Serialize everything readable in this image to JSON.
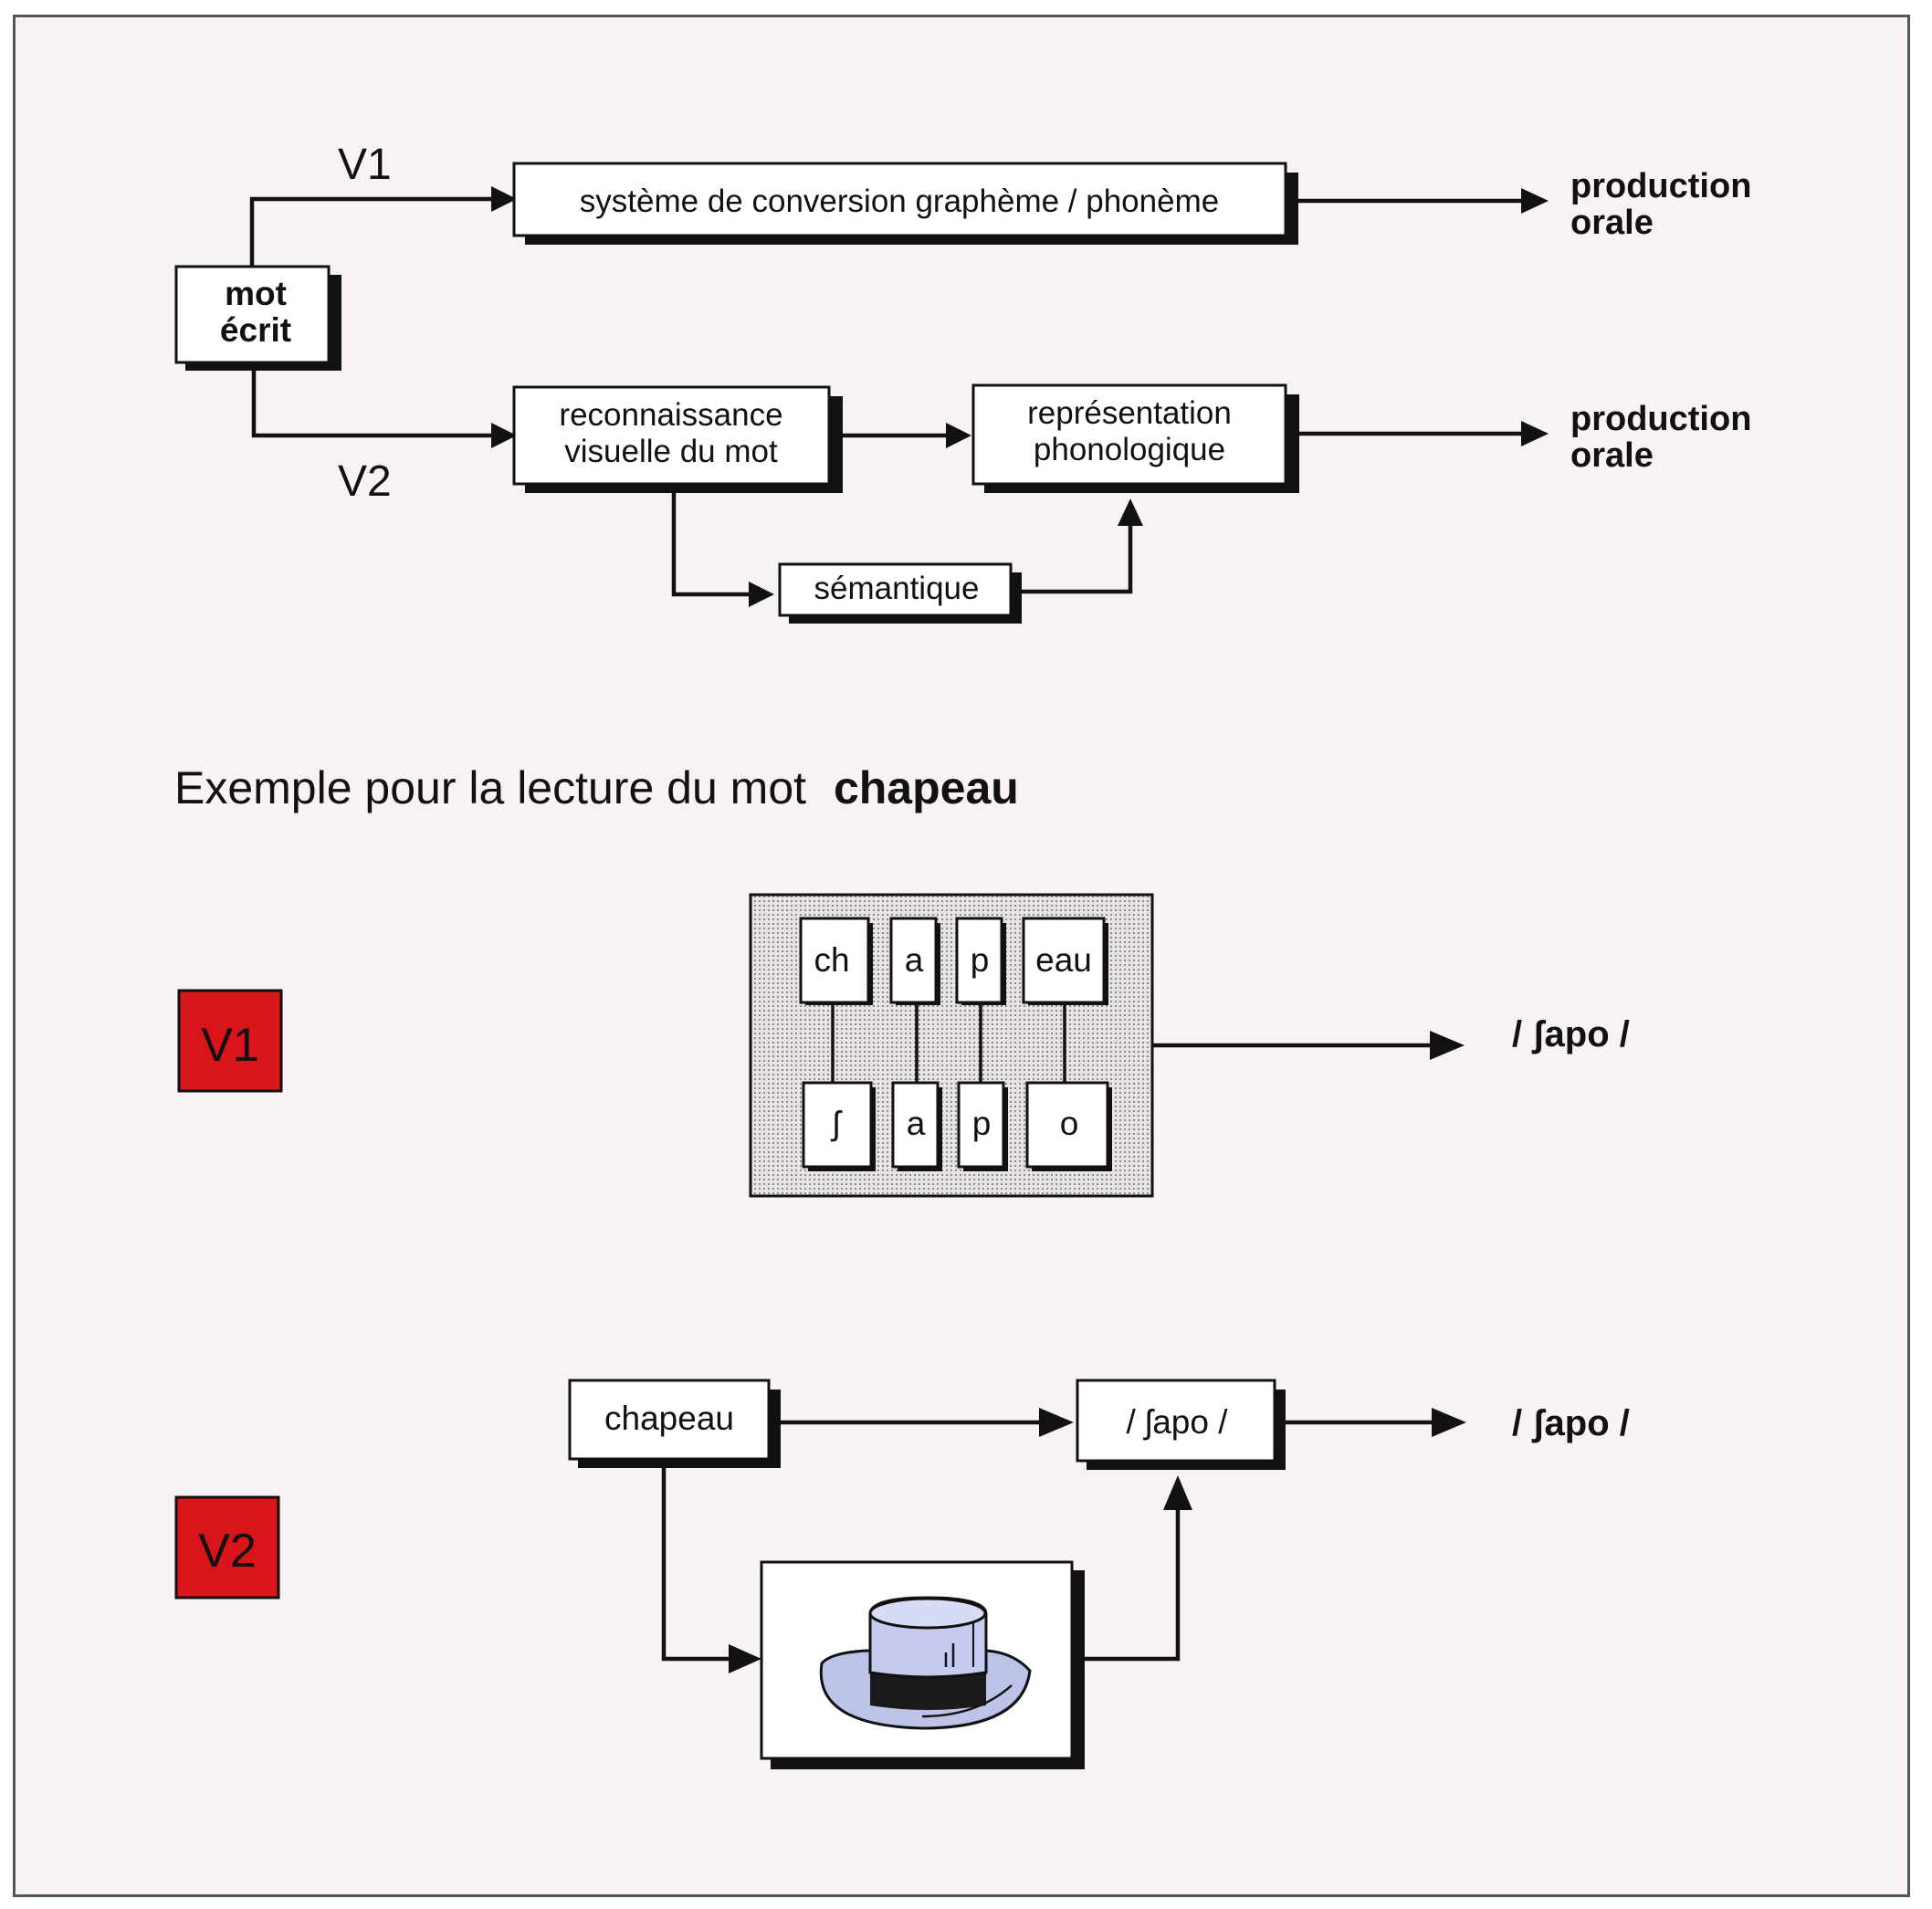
{
  "diagram": {
    "v1_path_label": "V1",
    "v2_path_label": "V2",
    "input_box": {
      "line1": "mot",
      "line2": "écrit"
    },
    "v1_box": "système de conversion graphème / phonème",
    "v1_output": {
      "line1": "production",
      "line2": "orale"
    },
    "v2_box_visual": {
      "line1": "reconnaissance",
      "line2": "visuelle du mot"
    },
    "v2_box_phono": {
      "line1": "représentation",
      "line2": "phonologique"
    },
    "v2_output": {
      "line1": "production",
      "line2": "orale"
    },
    "semantic_box": "sémantique"
  },
  "example": {
    "title_prefix": "Exemple pour la lecture du mot",
    "title_word": "chapeau",
    "v1_badge": "V1",
    "v2_badge": "V2",
    "badge_color": "#d9141b",
    "graphemes": [
      "ch",
      "a",
      "p",
      "eau"
    ],
    "phonemes": [
      "ʃ",
      "a",
      "p",
      "o"
    ],
    "v1_result": "/ ʃapo /",
    "v2_word_box": "chapeau",
    "v2_phono_box": "/ ʃapo /",
    "v2_result": "/ ʃapo /",
    "semantic_image": "hat-icon"
  }
}
